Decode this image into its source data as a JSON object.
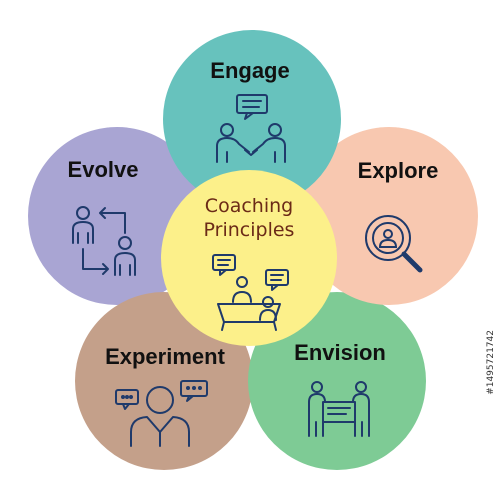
{
  "diagram": {
    "center": {
      "line1": "Coaching",
      "line2": "Principles"
    },
    "petals": {
      "engage": {
        "label": "Engage",
        "color": "#67c2bd",
        "icon": "handshake-icon"
      },
      "explore": {
        "label": "Explore",
        "color": "#f8c8b0",
        "icon": "magnifier-person-icon"
      },
      "envision": {
        "label": "Envision",
        "color": "#7ecb95",
        "icon": "people-board-icon"
      },
      "experiment": {
        "label": "Experiment",
        "color": "#c4a08a",
        "icon": "person-chat-icon"
      },
      "evolve": {
        "label": "Evolve",
        "color": "#a9a5d3",
        "icon": "people-cycle-icon"
      }
    },
    "center_color": "#fcf08a",
    "icon_color": "#1f3a6b"
  },
  "watermark": "#1495721742"
}
